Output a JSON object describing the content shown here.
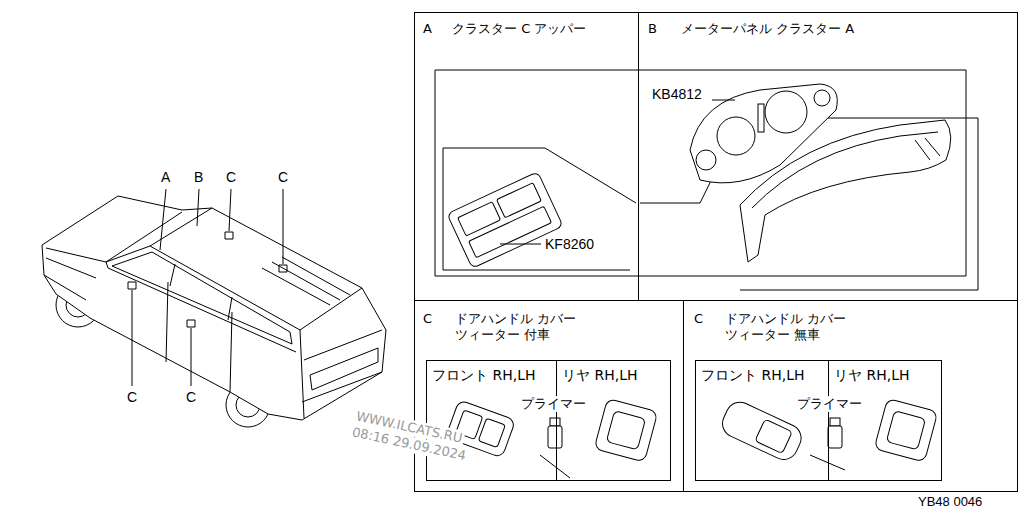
{
  "diagram": {
    "nodes": [
      {
        "text": [
          "A",
          "クラスター C アッパー"
        ]
      },
      {
        "text": [
          "B",
          "メーターパネル クラスター A"
        ]
      },
      {
        "text": [
          "C",
          "ドアハンドル カバー ツィーター 付車"
        ]
      },
      {
        "text": [
          "フロント RH,LH"
        ],
        "in": 2
      },
      {
        "text": [
          "リヤ RH,LH"
        ],
        "in": 2
      },
      {
        "text": [
          "C",
          "ドアハンドル カバー ツィーター 無車"
        ]
      },
      {
        "text": [
          "フロント RH,LH"
        ],
        "in": 5
      },
      {
        "text": [
          "リヤ RH,LH"
        ],
        "in": 5
      }
    ],
    "labels": [
      "A",
      "B",
      "C",
      "C",
      "C",
      "C",
      "KB4812",
      "KF8260",
      "プライマー",
      "プライマー",
      "WWW.ILCATS.RU",
      "08:16 29.09.2024",
      "YB48 0046"
    ]
  }
}
